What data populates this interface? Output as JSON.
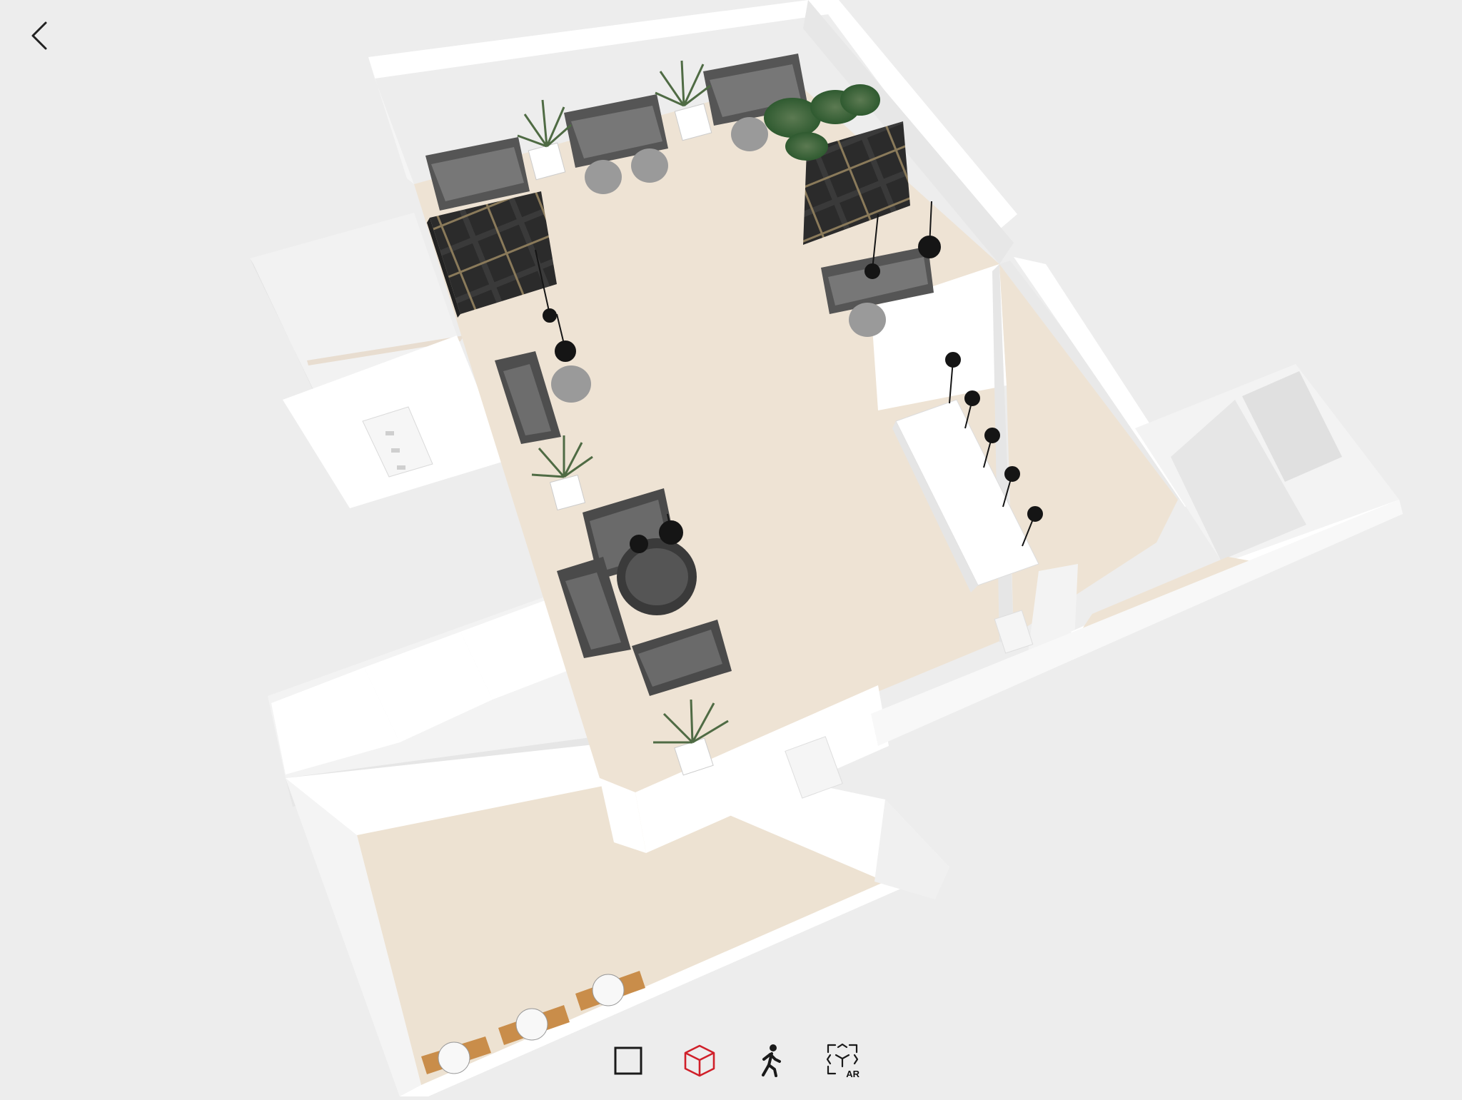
{
  "toolbar": {
    "items": [
      {
        "id": "view-2d",
        "icon": "square-2d-view-icon",
        "active": false
      },
      {
        "id": "view-3d",
        "icon": "cube-3d-view-icon",
        "active": true
      },
      {
        "id": "walk",
        "icon": "walking-person-icon",
        "active": false
      },
      {
        "id": "ar",
        "icon": "ar-scan-icon",
        "badge": "AR",
        "active": false
      }
    ],
    "active_color": "#d0202a",
    "icon_color": "#1a1a1a"
  },
  "navigation": {
    "back_icon": "chevron-left-icon"
  },
  "scene": {
    "background_color": "#ededed",
    "floor_color": "#eee3d4",
    "wall_color": "#ffffff",
    "furniture_color": "#4a4a4a"
  }
}
